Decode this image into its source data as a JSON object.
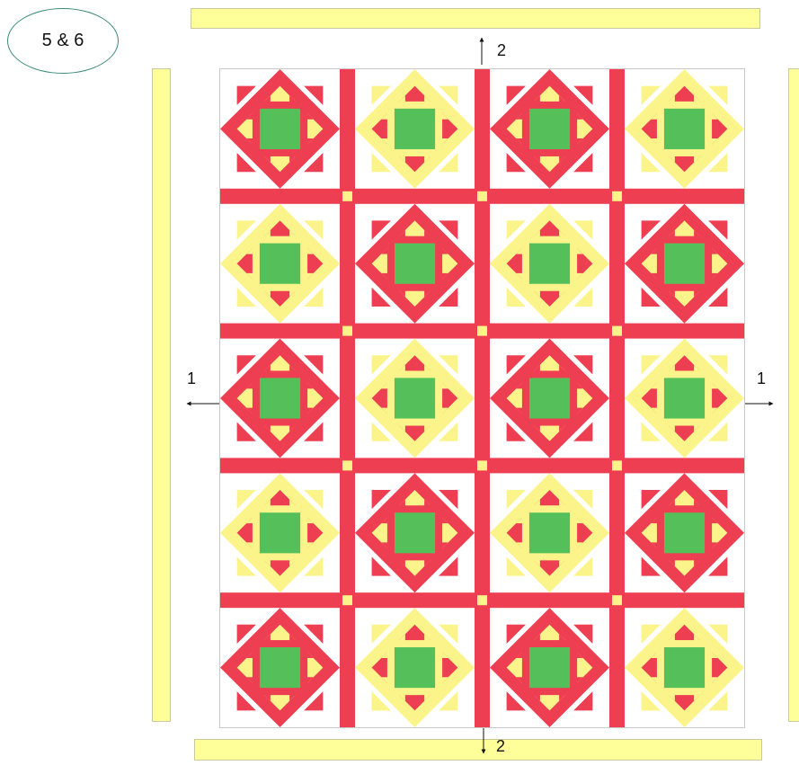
{
  "badge": {
    "text": "5 & 6"
  },
  "labels": {
    "top": "2",
    "bottom": "2",
    "left": "1",
    "right": "1"
  },
  "quilt": {
    "columns": 4,
    "rows": 5
  },
  "colors": {
    "red": "#ee3e52",
    "yellow": "#fbf48a",
    "green": "#55c05a",
    "background": "#ffffff",
    "border_strip": "#ffff99",
    "border_strip_outline": "#c9c9a0"
  }
}
